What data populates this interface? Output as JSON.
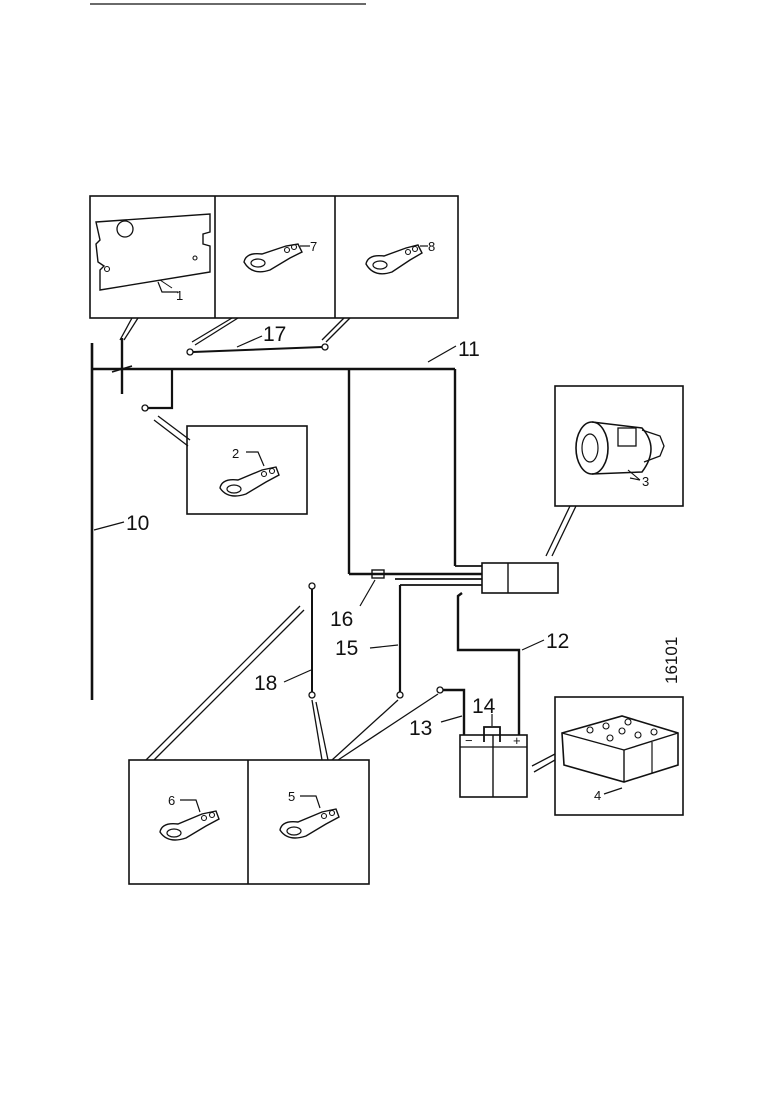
{
  "labels": {
    "item_1": "1",
    "item_2": "2",
    "item_3": "3",
    "item_4": "4",
    "item_5": "5",
    "item_6": "6",
    "item_7": "7",
    "item_8": "8",
    "item_10": "10",
    "item_11": "11",
    "item_12": "12",
    "item_13": "13",
    "item_14": "14",
    "item_15": "15",
    "item_16": "16",
    "item_17": "17",
    "item_18": "18"
  },
  "battery": {
    "minus": "−",
    "plus": "+"
  },
  "figure_number": "16101"
}
